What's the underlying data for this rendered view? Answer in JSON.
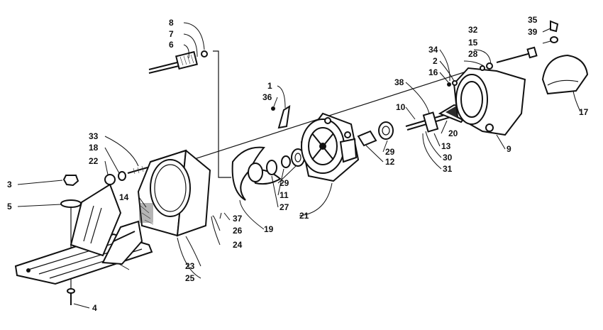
{
  "diagram": {
    "colors": {
      "ink": "#111111",
      "paper": "#ffffff"
    },
    "callouts": {
      "c1": "1",
      "c2": "2",
      "c3": "3",
      "c4": "4",
      "c5": "5",
      "c6": "6",
      "c7": "7",
      "c8": "8",
      "c9": "9",
      "c10": "10",
      "c11": "11",
      "c12": "12",
      "c13": "13",
      "c14": "14",
      "c15": "15",
      "c16": "16",
      "c17": "17",
      "c18": "18",
      "c19": "19",
      "c20": "20",
      "c21": "21",
      "c22": "22",
      "c23": "23",
      "c24": "24",
      "c25": "25",
      "c26": "26",
      "c27": "27",
      "c28": "28",
      "c29a": "29",
      "c29b": "29",
      "c30": "30",
      "c31": "31",
      "c32": "32",
      "c33": "33",
      "c34": "34",
      "c35": "35",
      "c36": "36",
      "c37": "37",
      "c38": "38",
      "c39": "39"
    }
  }
}
